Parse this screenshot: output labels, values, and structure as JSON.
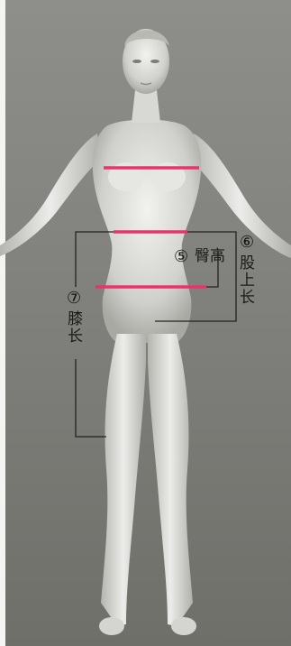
{
  "annotations": {
    "hip_height": {
      "number": "⑤",
      "label": "臀高"
    },
    "crotch_length": {
      "number": "⑥",
      "label": "股上长"
    },
    "knee_length": {
      "number": "⑦",
      "label": "膝长"
    }
  },
  "colors": {
    "measure_line": "#e8336f",
    "dim_line": "#222222",
    "background": "#8a8a86"
  }
}
